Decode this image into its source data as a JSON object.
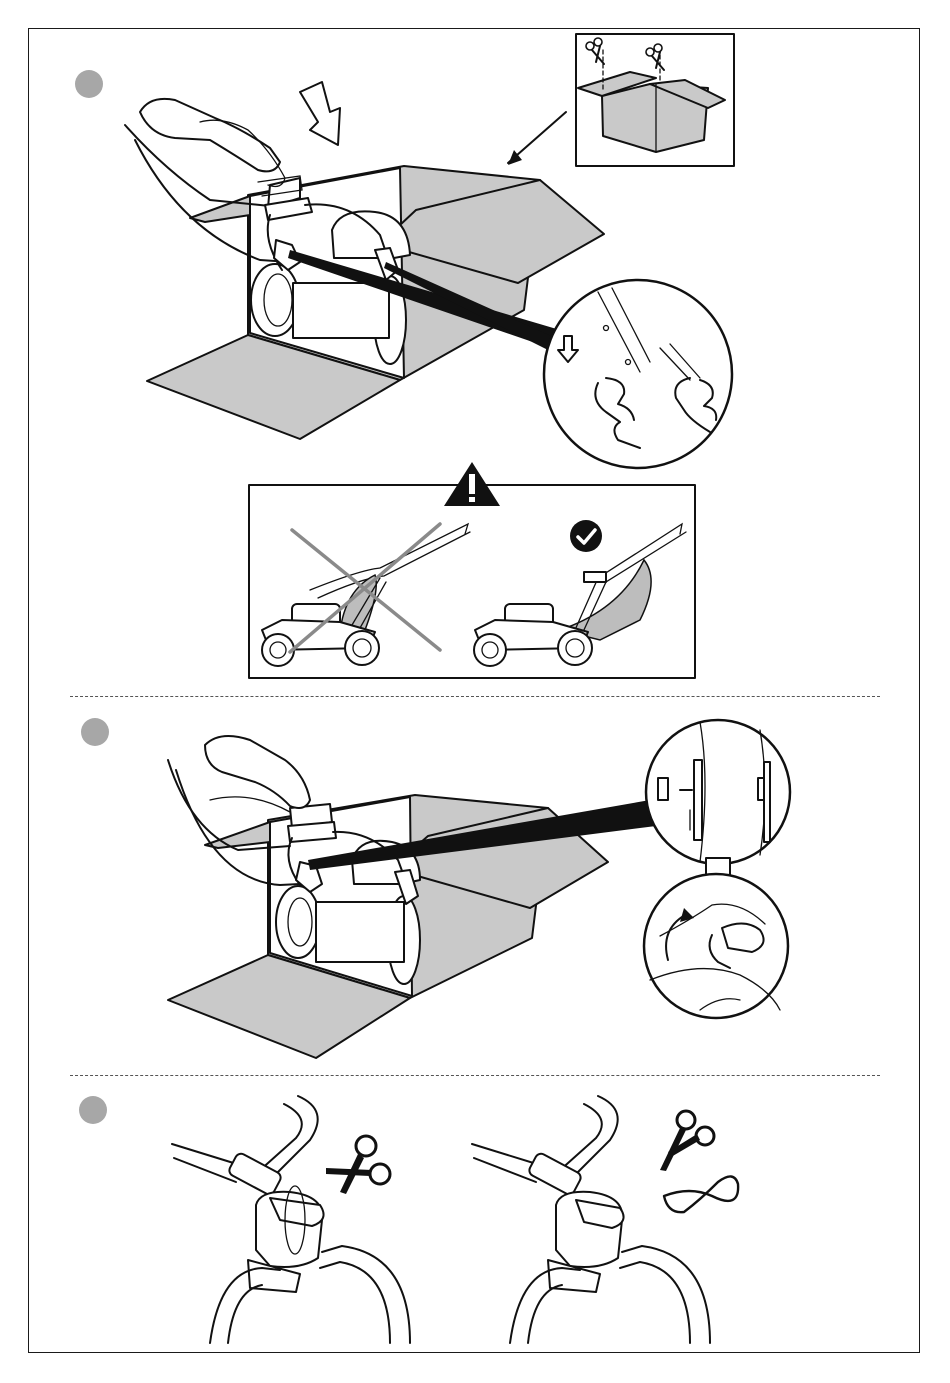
{
  "steps": [
    {
      "id": 1,
      "panels": [
        "unfold-box-and-lift-handle",
        "handle-hook-detail",
        "cut-box-corners-inset",
        "handle-position-warning"
      ]
    },
    {
      "id": 2,
      "panels": [
        "lift-handle-into-position",
        "latch-and-rotate-detail"
      ]
    },
    {
      "id": 3,
      "panels": [
        "cut-cable-tie",
        "cable-tie-removed"
      ]
    }
  ],
  "warning": {
    "icon": "warning-triangle-icon",
    "incorrect_mark": "cross",
    "correct_mark": "check-circle-icon"
  },
  "tools": {
    "cutting": "scissors-icon"
  },
  "colors": {
    "marker": "#a7a7a7",
    "box_fill": "#c9c9c9",
    "line": "#111111"
  }
}
